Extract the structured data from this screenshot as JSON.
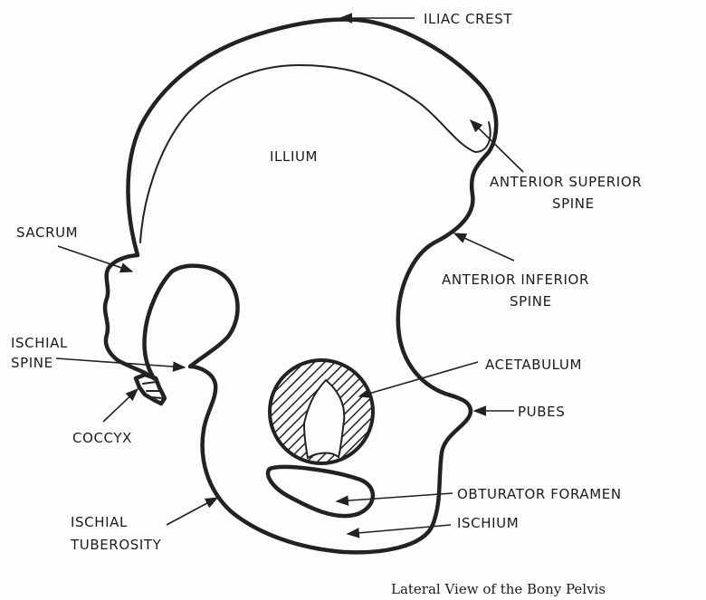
{
  "labels": {
    "iliac_crest": "ILIAC CREST",
    "illium": "ILLIUM",
    "anterior_superior_1": "ANTERIOR SUPERIOR",
    "anterior_superior_2": "SPINE",
    "sacrum": "SACRUM",
    "anterior_inferior_1": "ANTERIOR INFERIOR",
    "anterior_inferior_2": "SPINE",
    "ischial_spine_1": "ISCHIAL",
    "ischial_spine_2": "SPINE",
    "acetabulum": "ACETABULUM",
    "pubes": "PUBES",
    "coccyx": "COCCYX",
    "obturator_foramen": "OBTURATOR FORAMEN",
    "ischial_tuberosity_1": "ISCHIAL",
    "ischial_tuberosity_2": "TUBEROSITY",
    "ischium": "ISCHIUM"
  },
  "caption": "Lateral View of the Bony Pelvis"
}
